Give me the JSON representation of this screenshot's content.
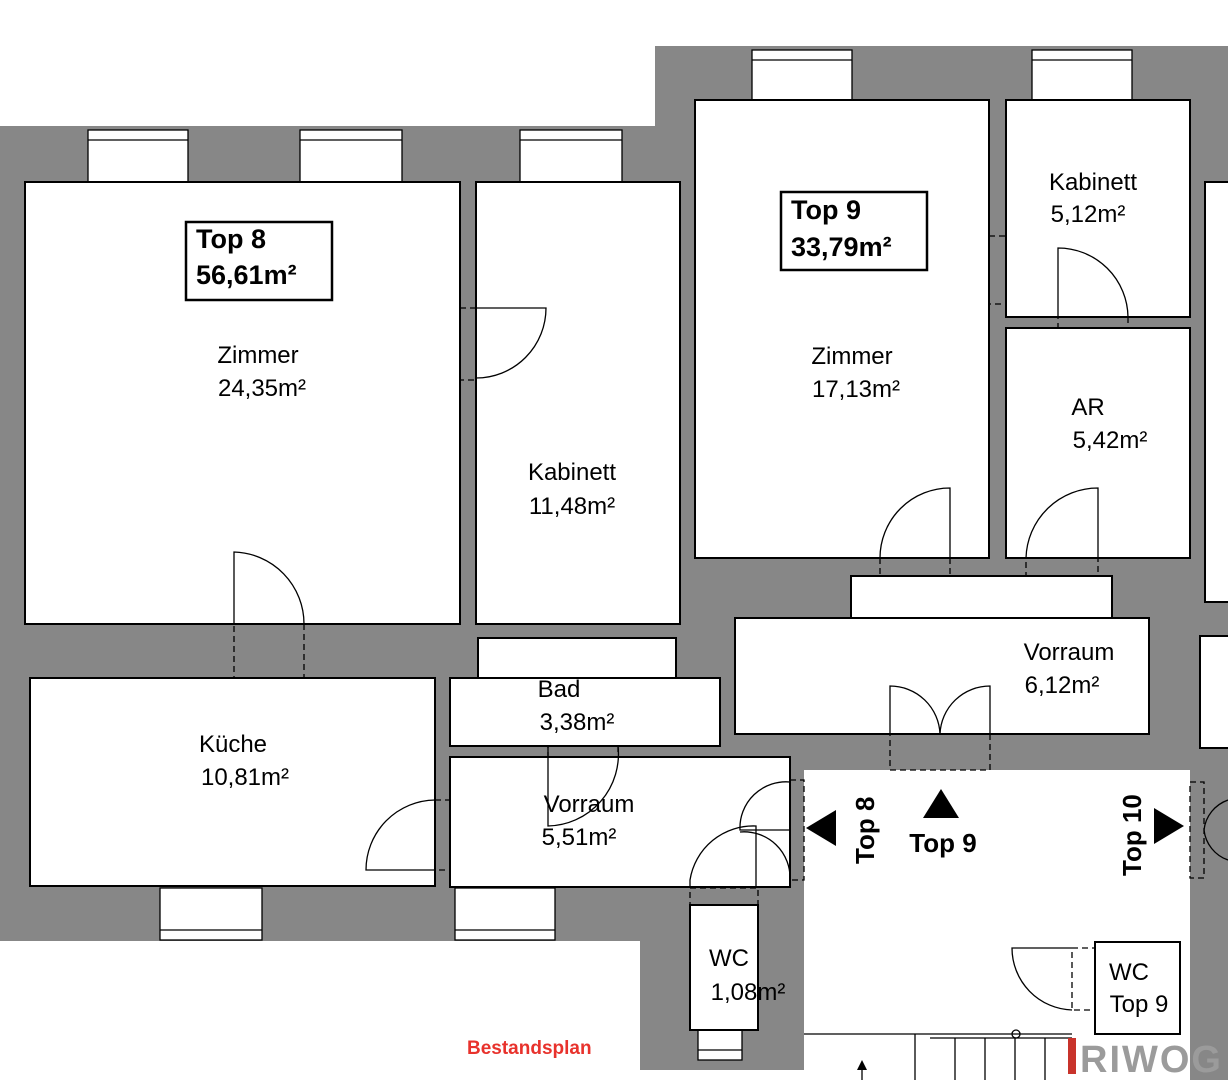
{
  "units": [
    {
      "title": "Top 8",
      "area": "56,61m²"
    },
    {
      "title": "Top 9",
      "area": "33,79m²"
    }
  ],
  "rooms": [
    {
      "name": "Zimmer",
      "area": "24,35m²"
    },
    {
      "name": "Kabinett",
      "area": "11,48m²"
    },
    {
      "name": "Küche",
      "area": "10,81m²"
    },
    {
      "name": "Bad",
      "area": "3,38m²"
    },
    {
      "name": "Vorraum",
      "area": "5,51m²"
    },
    {
      "name": "WC",
      "area": "1,08m²"
    },
    {
      "name": "Zimmer",
      "area": "17,13m²"
    },
    {
      "name": "Kabinett",
      "area": "5,12m²"
    },
    {
      "name": "AR",
      "area": "5,42m²"
    },
    {
      "name": "Vorraum",
      "area": "6,12m²"
    },
    {
      "name": "WC",
      "area": "Top 9"
    }
  ],
  "entrances": [
    {
      "label": "Top 8",
      "direction": "left"
    },
    {
      "label": "Top 9",
      "direction": "up"
    },
    {
      "label": "Top 10",
      "direction": "right"
    }
  ],
  "caption": "Bestandsplan",
  "brand": "RIWOG",
  "colors": {
    "wall": "#878787",
    "caption": "#e8322c",
    "brand": "#9b9b9b"
  }
}
